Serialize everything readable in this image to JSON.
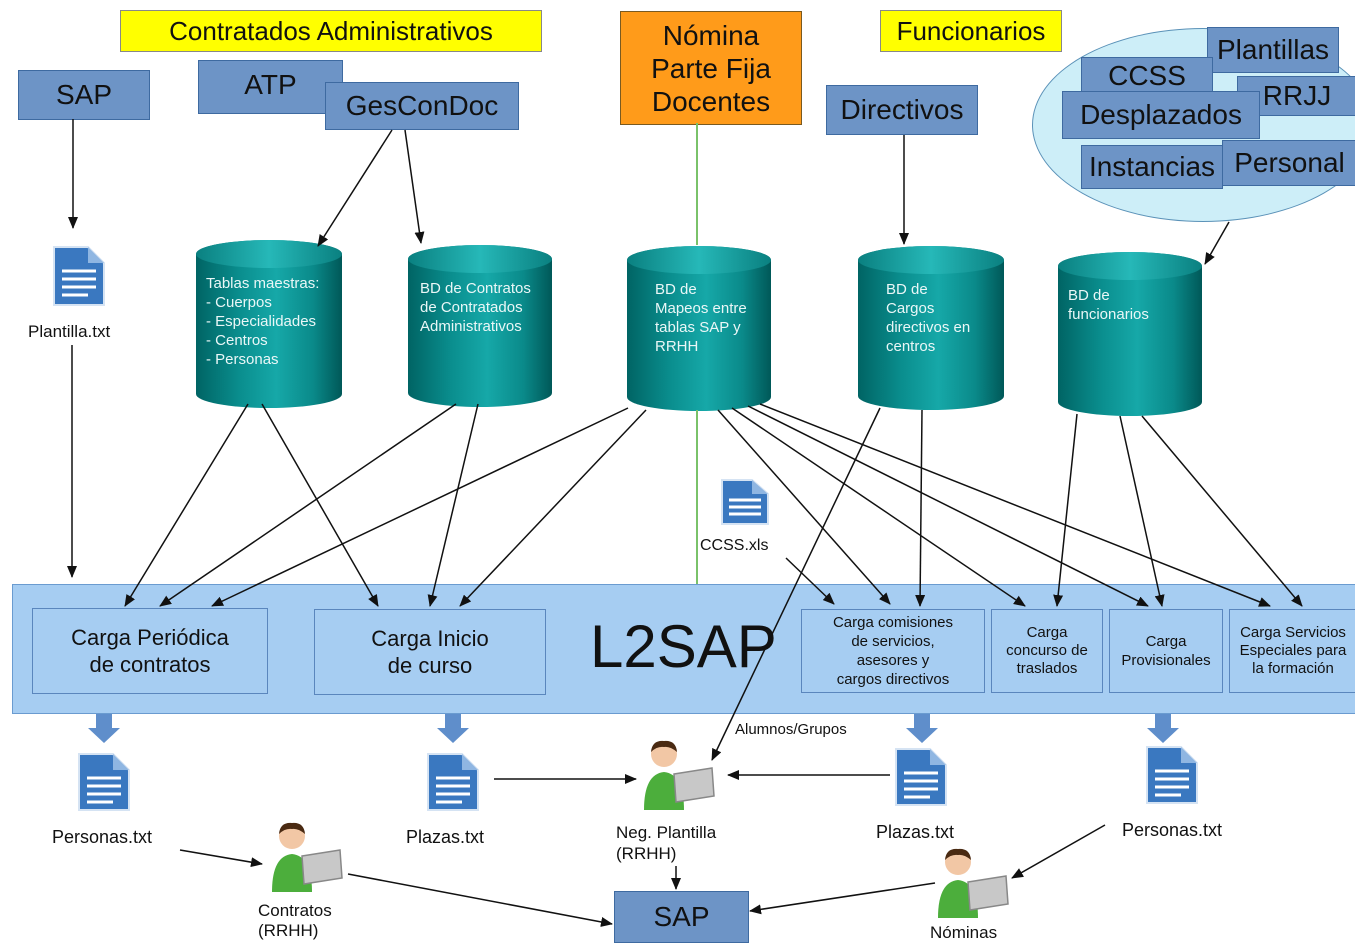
{
  "headers": {
    "contratados": "Contratados Administrativos",
    "nomina": [
      "Nómina",
      "Parte Fija",
      "Docentes"
    ],
    "funcionarios": "Funcionarios"
  },
  "sources": {
    "sap": "SAP",
    "atp": "ATP",
    "gescondoc": "GesConDoc",
    "directivos": "Directivos"
  },
  "bubble": {
    "plantillas": "Plantillas",
    "ccss": "CCSS",
    "rrjj": "RRJJ",
    "desplazados": "Desplazados",
    "instancias": "Instancias",
    "personal": "Personal"
  },
  "databases": {
    "tablas": "Tablas maestras:\n- Cuerpos\n- Especialidades\n- Centros\n- Personas",
    "contratos": "BD de Contratos\nde  Contratados\nAdministrativos",
    "mapeos": "BD de\nMapeos entre\ntablas SAP y\nRRHH",
    "cargos": "BD de\nCargos\ndirectivos en\ncentros",
    "funcionarios": "BD de\nfuncionarios"
  },
  "files": {
    "plantilla": "Plantilla.txt",
    "ccss": "CCSS.xls",
    "personas_left": "Personas.txt",
    "plazas_mid": "Plazas.txt",
    "plazas_right": "Plazas.txt",
    "personas_right": "Personas.txt"
  },
  "l2sap": {
    "title": "L2SAP",
    "periodica": "Carga Periódica\nde contratos",
    "inicio": "Carga Inicio\nde curso",
    "comisiones": "Carga comisiones\nde servicios,\nasesores y\ncargos directivos",
    "concurso": "Carga\nconcurso de\ntraslados",
    "provisionales": "Carga\nProvisionales",
    "servicios": "Carga Servicios\nEspeciales para\nla formación"
  },
  "actors": {
    "alumnos": "Alumnos/Grupos",
    "neg_plantilla": [
      "Neg. Plantilla",
      "(RRHH)"
    ],
    "contratos": [
      "Contratos",
      "(RRHH)"
    ],
    "nominas": "Nóminas",
    "sap_bottom": "SAP"
  },
  "colors": {
    "yellow": "#ffff00",
    "orange": "#ff9b1a",
    "blue_box": "#6d94c6",
    "band": "#a6cdf2",
    "cylinder": "#0a8e8e",
    "green_line": "#7ac26a"
  }
}
